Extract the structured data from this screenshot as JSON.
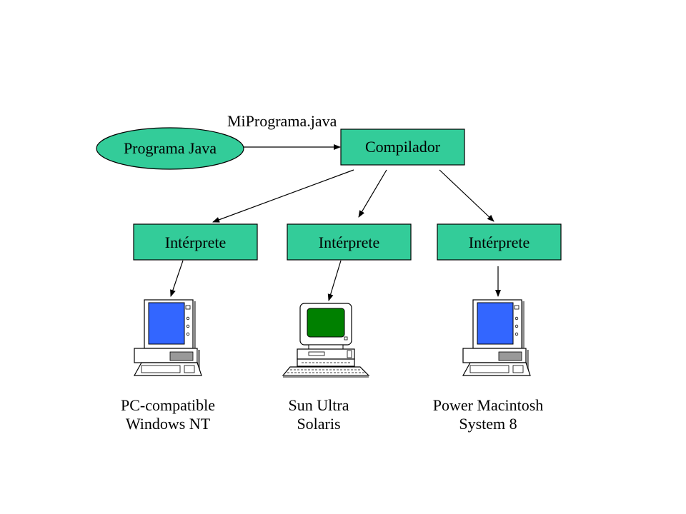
{
  "diagram": {
    "source_label": "MiPrograma.java",
    "program_node": "Programa Java",
    "compiler_node": "Compilador",
    "interpreters": [
      "Intérprete",
      "Intérprete",
      "Intérprete"
    ],
    "machines": [
      {
        "line1": "PC-compatible",
        "line2": "Windows NT",
        "icon": "pc-computer-icon"
      },
      {
        "line1": "Sun Ultra",
        "line2": "Solaris",
        "icon": "sun-workstation-icon"
      },
      {
        "line1": "Power Macintosh",
        "line2": "System 8",
        "icon": "mac-computer-icon"
      }
    ]
  },
  "colors": {
    "node_fill": "#33cc99",
    "sun_screen": "#008000",
    "pc_screen": "#3366ff",
    "line": "#000000"
  }
}
